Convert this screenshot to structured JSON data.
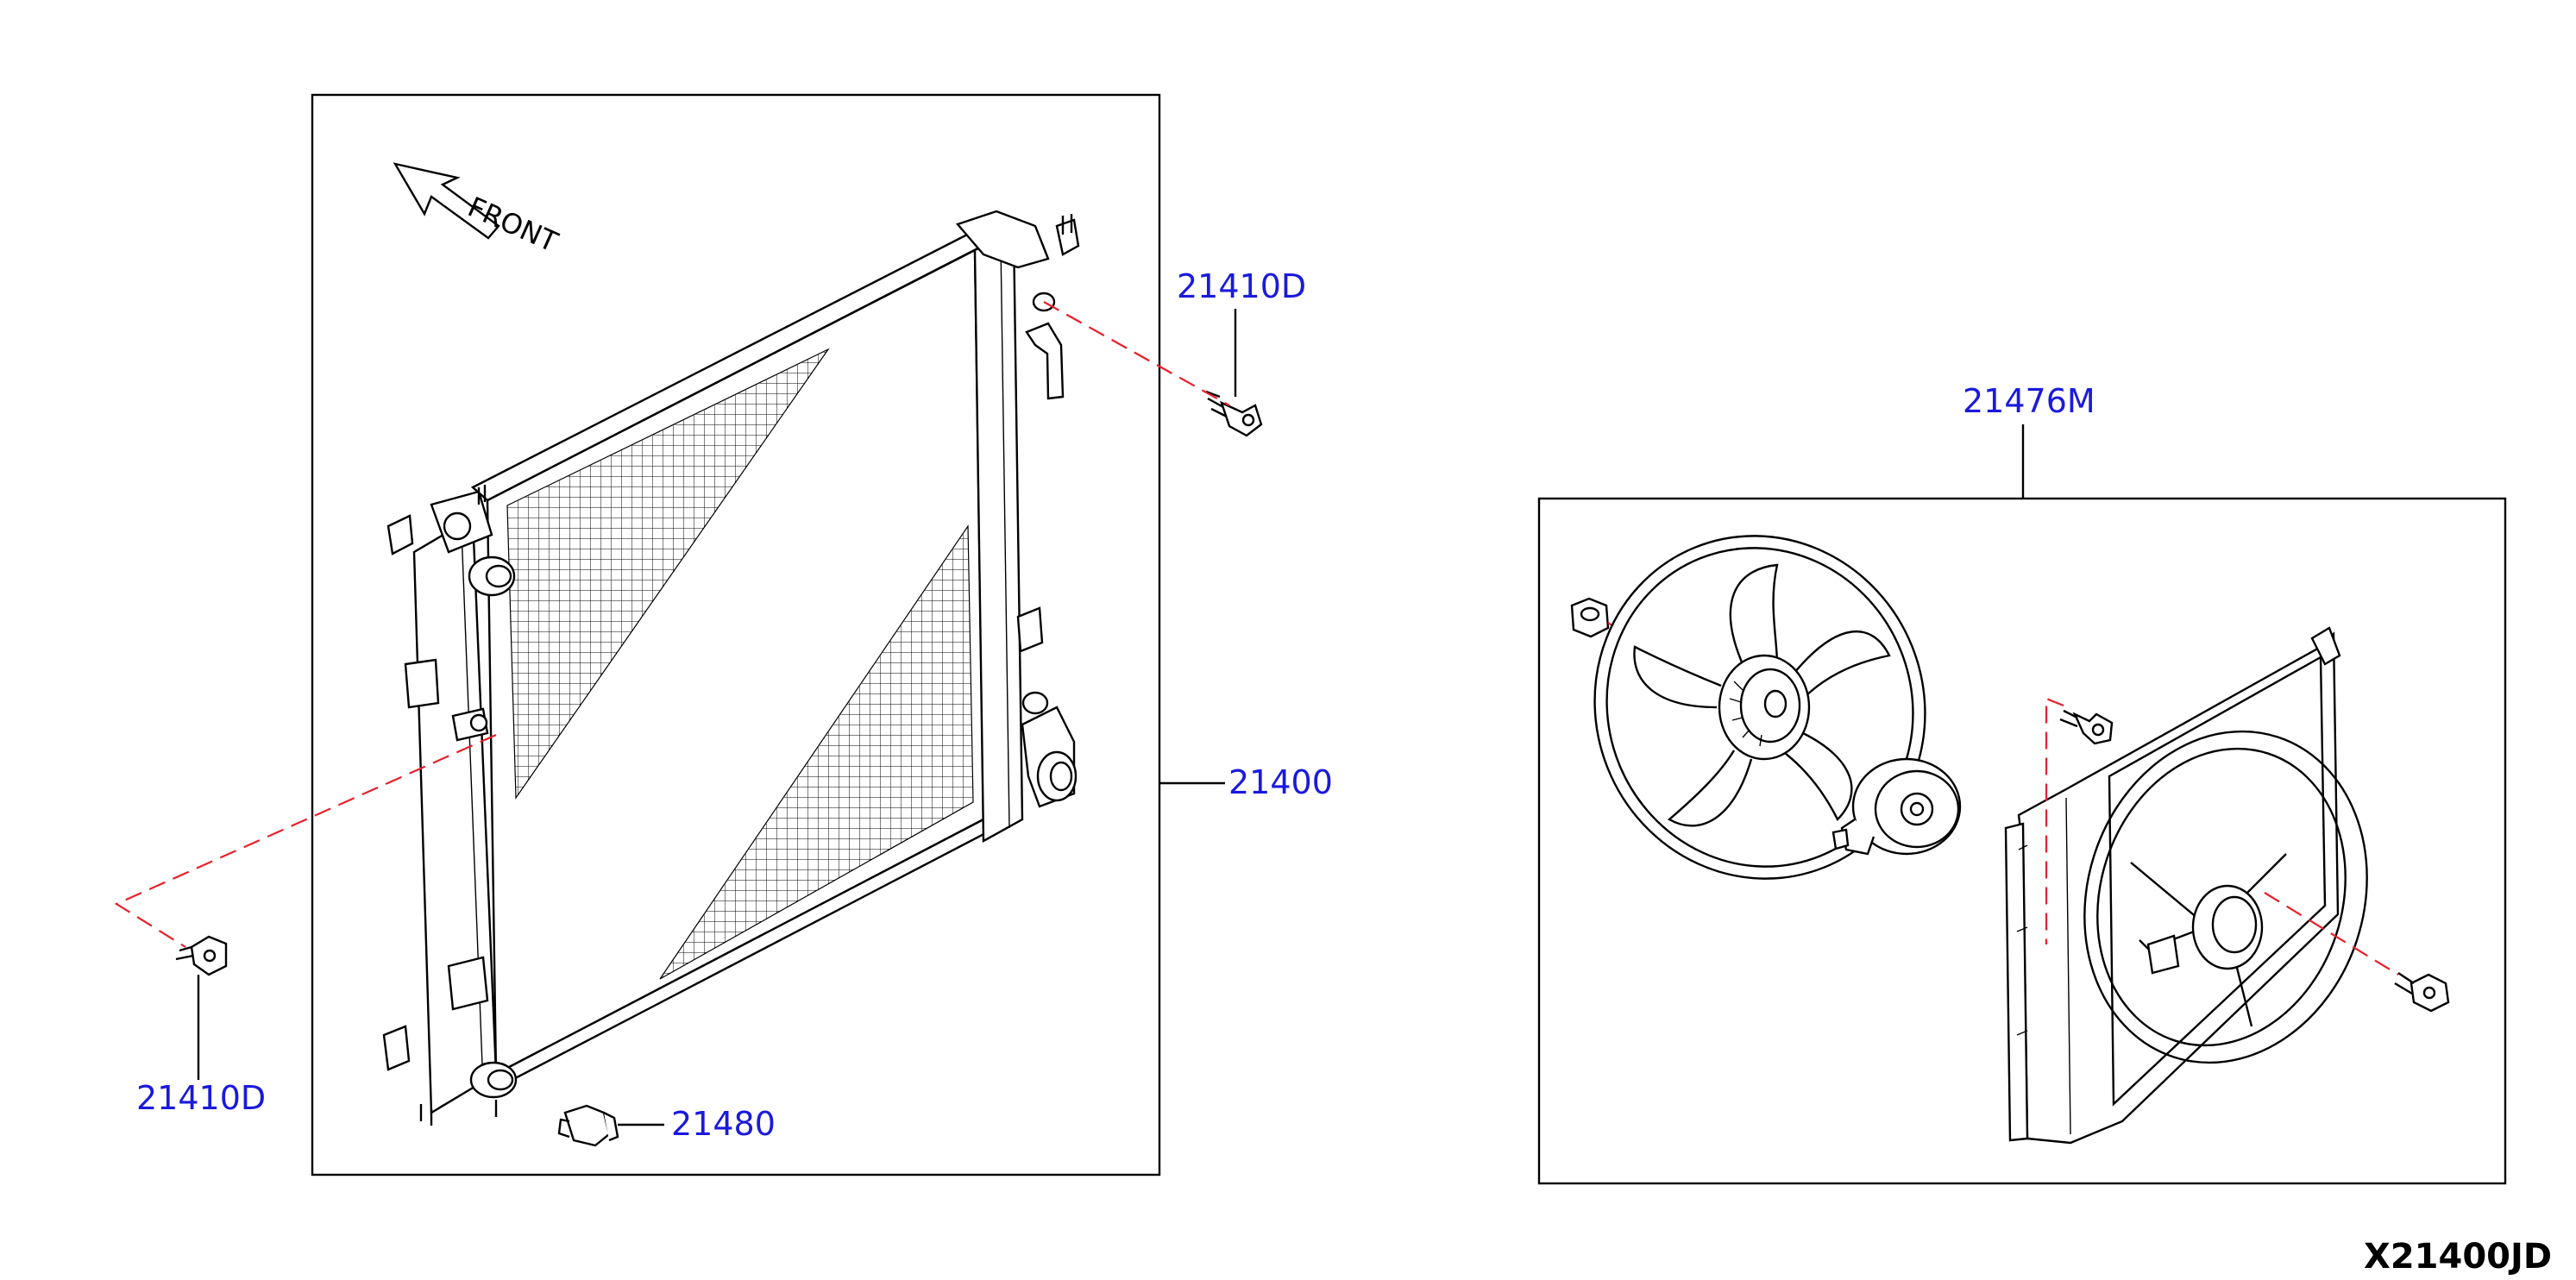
{
  "orientation_label": "FRONT",
  "diagram_code": "X21400JD",
  "callouts": {
    "bolt_upper": "21410D",
    "bolt_lower": "21410D",
    "radiator": "21400",
    "drain_cock": "21480",
    "fan_motor_assembly": "21476M"
  },
  "colors": {
    "callout_text": "#1a1adc",
    "dashed_leader": "#e8202a",
    "line_art": "#000000"
  }
}
